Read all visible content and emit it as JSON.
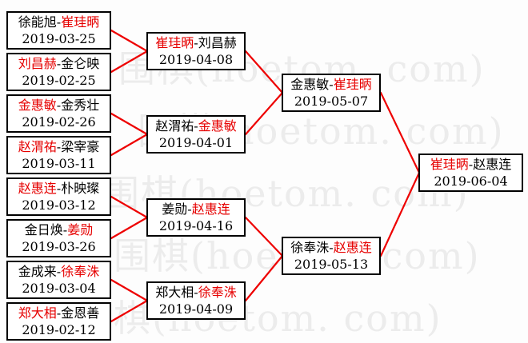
{
  "ui": {
    "separator": "-"
  },
  "colors": {
    "winner_red": "#e60000",
    "connector_red": "#ee0000",
    "box_border": "#000000",
    "watermark_gray": "#ececec"
  },
  "watermark": {
    "text": "围棋(hoetom. com)"
  },
  "bracket": {
    "round1": [
      {
        "p1": "徐能旭",
        "p2": "崔珪昞",
        "winner": 2,
        "date": "2019-03-25"
      },
      {
        "p1": "刘昌赫",
        "p2": "金仑映",
        "winner": 1,
        "date": "2019-02-25"
      },
      {
        "p1": "金惠敏",
        "p2": "金秀壮",
        "winner": 1,
        "date": "2019-02-26"
      },
      {
        "p1": "赵渭祐",
        "p2": "梁宰豪",
        "winner": 1,
        "date": "2019-03-11"
      },
      {
        "p1": "赵惠连",
        "p2": "朴映璨",
        "winner": 1,
        "date": "2019-03-12"
      },
      {
        "p1": "金日焕",
        "p2": "姜勋",
        "winner": 2,
        "date": "2019-03-26"
      },
      {
        "p1": "金成来",
        "p2": "徐奉洙",
        "winner": 2,
        "date": "2019-03-04"
      },
      {
        "p1": "郑大相",
        "p2": "金恩善",
        "winner": 1,
        "date": "2019-02-12"
      }
    ],
    "round2": [
      {
        "p1": "崔珪昞",
        "p2": "刘昌赫",
        "winner": 1,
        "date": "2019-04-08"
      },
      {
        "p1": "赵渭祐",
        "p2": "金惠敏",
        "winner": 2,
        "date": "2019-04-01"
      },
      {
        "p1": "姜勋",
        "p2": "赵惠连",
        "winner": 2,
        "date": "2019-04-16"
      },
      {
        "p1": "郑大相",
        "p2": "徐奉洙",
        "winner": 2,
        "date": "2019-04-09"
      }
    ],
    "semifinals": [
      {
        "p1": "金惠敏",
        "p2": "崔珪昞",
        "winner": 2,
        "date": "2019-05-07"
      },
      {
        "p1": "徐奉洙",
        "p2": "赵惠连",
        "winner": 2,
        "date": "2019-05-13"
      }
    ],
    "final": [
      {
        "p1": "崔珪昞",
        "p2": "赵惠连",
        "winner": 1,
        "date": "2019-06-04"
      }
    ]
  }
}
